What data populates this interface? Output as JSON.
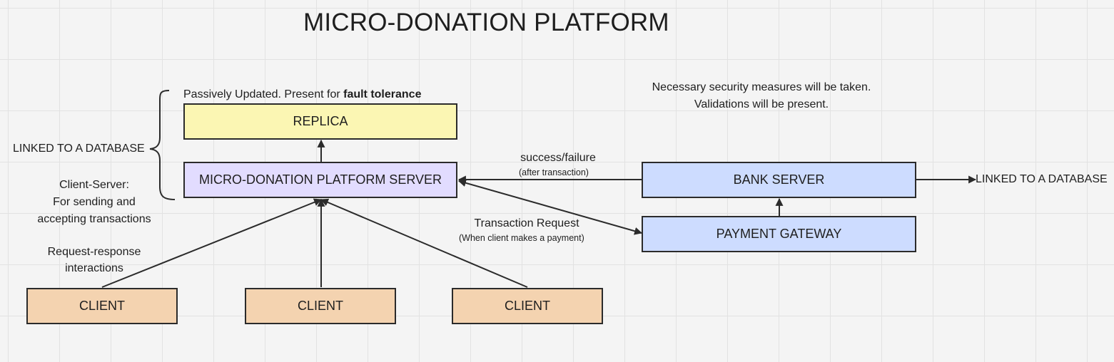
{
  "title": "MICRO-DONATION PLATFORM",
  "nodes": {
    "replica": "REPLICA",
    "server": "MICRO-DONATION PLATFORM SERVER",
    "bank": "BANK SERVER",
    "gateway": "PAYMENT GATEWAY",
    "client_1": "CLIENT",
    "client_2": "CLIENT",
    "client_3": "CLIENT"
  },
  "notes": {
    "replica_prefix": "Passively Updated. Present for ",
    "replica_bold": "fault tolerance",
    "linked_db_left": "LINKED TO A DATABASE",
    "client_server_line1": "Client-Server:",
    "client_server_line2": "For sending and",
    "client_server_line3": "accepting transactions",
    "request_response_line1": "Request-response",
    "request_response_line2": "interactions",
    "security_line1": "Necessary security measures will be taken.",
    "security_line2": "Validations will be present.",
    "linked_db_right": "LINKED TO A DATABASE"
  },
  "edges": {
    "bank_to_server_label": "success/failure",
    "bank_to_server_sublabel": "(after transaction)",
    "server_to_gateway_label": "Transaction Request",
    "server_to_gateway_sublabel": "(When client makes a payment)"
  },
  "colors": {
    "replica": "#fbf6b3",
    "server": "#e2dcff",
    "bank_and_gateway": "#cddcff",
    "client": "#f4d3b0",
    "line": "#2b2b2b"
  }
}
